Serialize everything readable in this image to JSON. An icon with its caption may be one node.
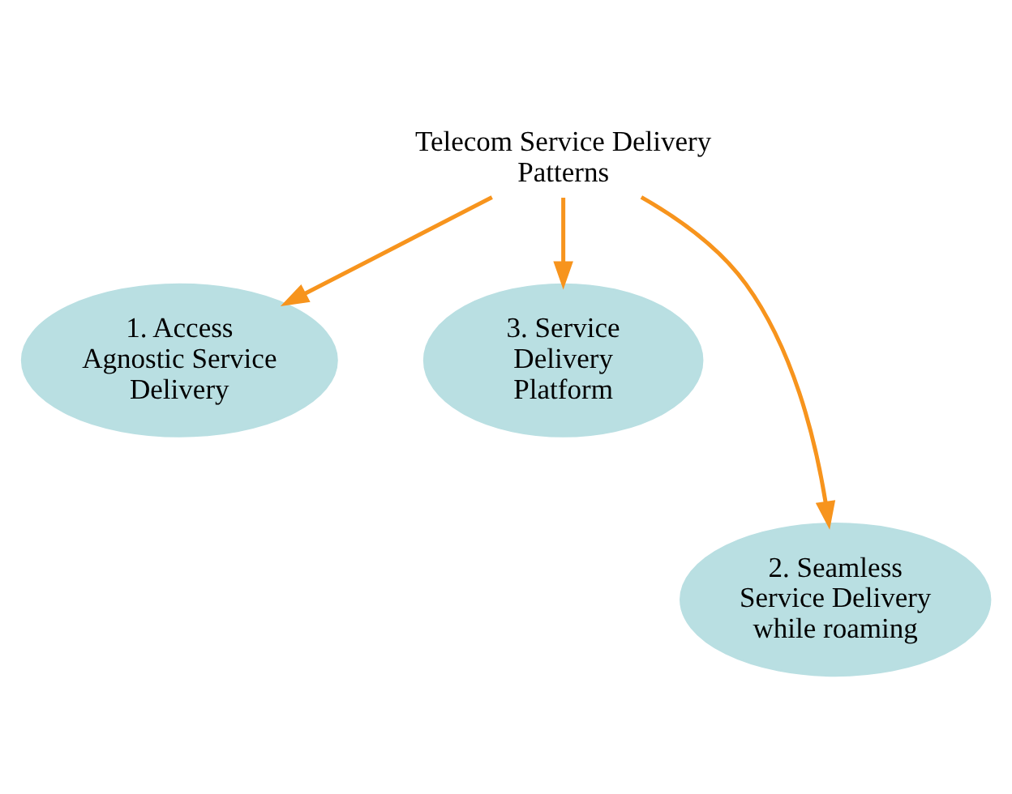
{
  "diagram": {
    "nodes": [
      {
        "text": [
          "Telecom Service Delivery Patterns"
        ]
      },
      {
        "text": [
          "1. Access Agnostic Service Delivery"
        ]
      },
      {
        "text": [
          "3. Service Delivery Platform"
        ]
      },
      {
        "text": [
          "2. Seamless Service Delivery while roaming"
        ]
      }
    ],
    "edges": [
      {
        "from": 0,
        "to": 1,
        "arrow": "to"
      },
      {
        "from": 0,
        "to": 3,
        "arrow": "to"
      },
      {
        "from": 0,
        "to": 2,
        "arrow": "to"
      }
    ]
  }
}
